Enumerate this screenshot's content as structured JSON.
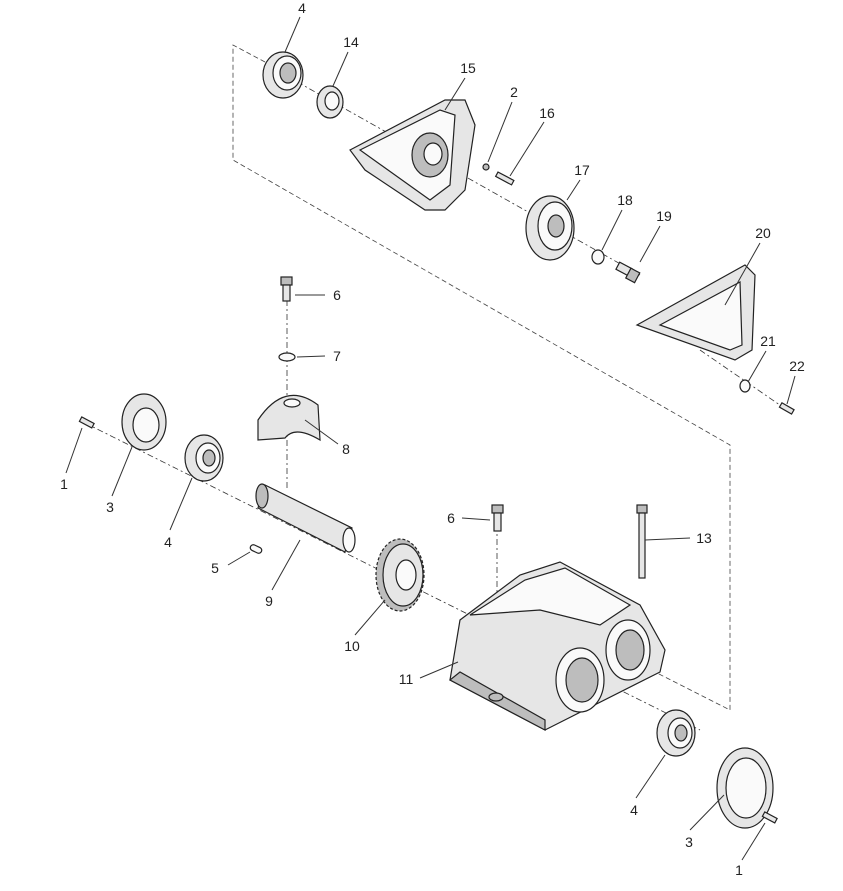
{
  "diagram": {
    "type": "exploded-parts-view",
    "callouts": [
      "4",
      "14",
      "15",
      "2",
      "16",
      "17",
      "18",
      "19",
      "20",
      "6",
      "7",
      "8",
      "1",
      "3",
      "4",
      "5",
      "9",
      "10",
      "6",
      "13",
      "11",
      "21",
      "22",
      "4",
      "3",
      "1"
    ],
    "colors": {
      "line": "#222222",
      "part_fill": "#e6e6e6",
      "part_shade": "#bdbdbd"
    }
  }
}
